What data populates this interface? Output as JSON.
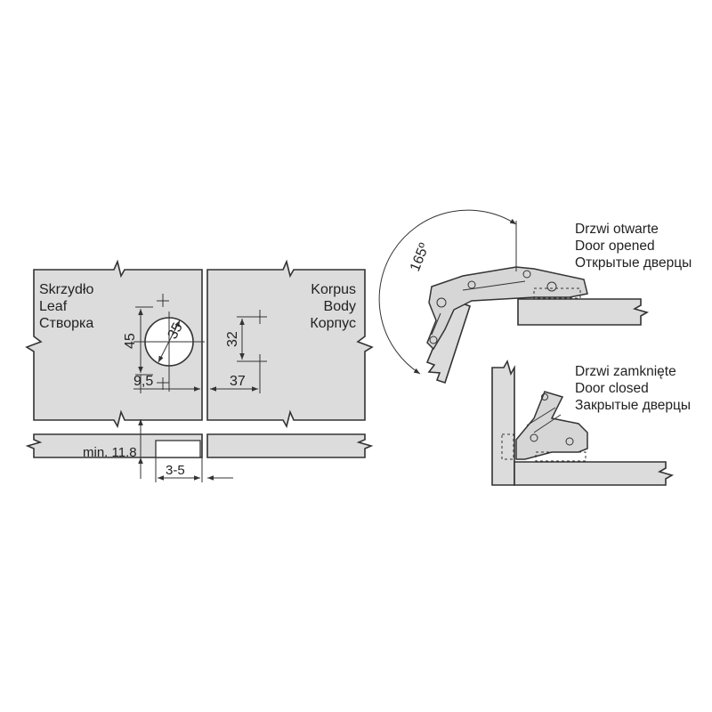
{
  "left_drawing": {
    "leaf_label": [
      "Skrzydło",
      "Leaf",
      "Створка"
    ],
    "body_label": [
      "Korpus",
      "Body",
      "Корпус"
    ],
    "dim_height": "45",
    "dim_diameter": "35",
    "dim_offset_leaf": "9,5",
    "dim_spacing": "32",
    "dim_offset_body": "37",
    "dim_thickness": "min. 11.8",
    "dim_gap": "3-5"
  },
  "right_drawing": {
    "angle": "165º",
    "opened_label": [
      "Drzwi otwarte",
      "Door opened",
      "Открытые дверцы"
    ],
    "closed_label": [
      "Drzwi zamknięte",
      "Door closed",
      "Закрытые  дверцы"
    ]
  }
}
